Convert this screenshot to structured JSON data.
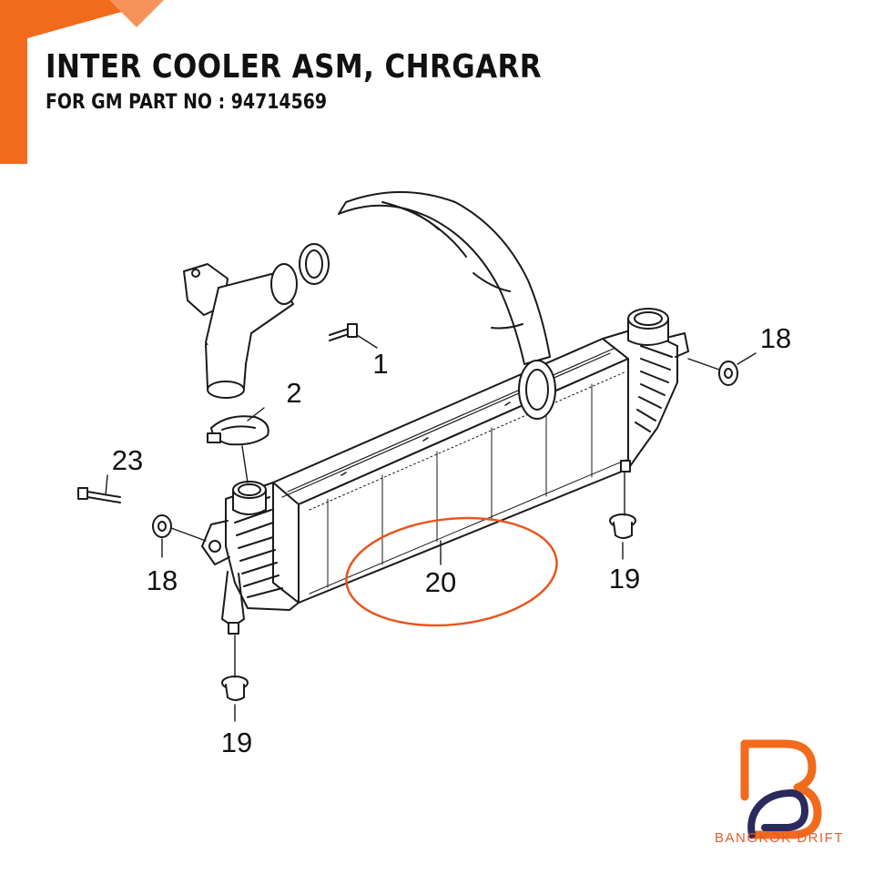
{
  "header": {
    "title": "INTER COOLER ASM, CHRGARR",
    "subtitle": "FOR GM PART NO : 94714569"
  },
  "diagram": {
    "callouts": {
      "c1": "1",
      "c2": "2",
      "c18_left": "18",
      "c18_right": "18",
      "c19_left": "19",
      "c19_right": "19",
      "c20": "20",
      "c23": "23"
    },
    "highlighted_callout": "20",
    "line_color": "#1a1a1a",
    "highlight_color": "#e8551e"
  },
  "brand": {
    "name": "BANGKOK DRIFT",
    "color": "#e85a2a",
    "accent_color": "#f26a1b",
    "logo_dark_color": "#2b2a5e"
  }
}
